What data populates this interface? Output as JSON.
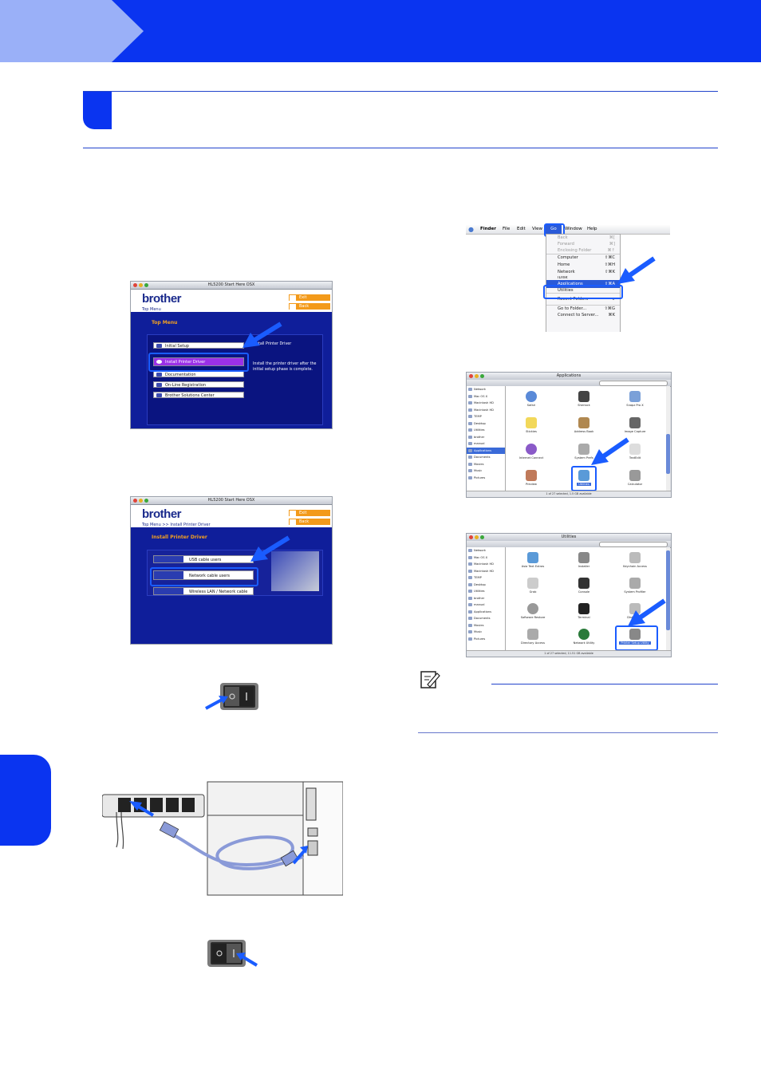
{
  "colors": {
    "brand_blue": "#0a34f0",
    "tab_light": "#9ab0f8",
    "orange": "#f39a1a",
    "panel_navy": "#0f1e9a",
    "purple": "#9b30e8"
  },
  "shot1": {
    "title": "HL5200 Start Here OSX",
    "logo": "brother",
    "crumb": "Top Menu",
    "exit": "Exit",
    "back": "Back",
    "heading": "Top Menu",
    "items": [
      "Initial Setup",
      "Install Printer Driver",
      "Documentation",
      "On-Line Registration",
      "Brother Solutions Center"
    ],
    "info_title": "Install Printer Driver",
    "info_text": "Install the printer driver after the initial setup phase is complete."
  },
  "shot2": {
    "title": "HL5200 Start Here OSX",
    "logo": "brother",
    "crumb": "Top Menu >> Install Printer Driver",
    "exit": "Exit",
    "back": "Back",
    "heading": "Install Printer Driver",
    "items": [
      "USB cable users",
      "Network cable users",
      "Wireless LAN / Network cable"
    ]
  },
  "go_menu": {
    "menubar": [
      "Finder",
      "File",
      "Edit",
      "View",
      "Go",
      "Window",
      "Help"
    ],
    "items": [
      {
        "label": "Back",
        "key": "⌘[",
        "dim": true
      },
      {
        "label": "Forward",
        "key": "⌘]",
        "dim": true
      },
      {
        "label": "Enclosing Folder",
        "key": "⌘↑",
        "dim": true
      },
      {
        "label": "Computer",
        "key": "⇧⌘C",
        "dim": false
      },
      {
        "label": "Home",
        "key": "⇧⌘H",
        "dim": false
      },
      {
        "label": "Network",
        "key": "⇧⌘K",
        "dim": false
      },
      {
        "label": "iDisk",
        "key": "",
        "dim": false
      },
      {
        "label": "Applications",
        "key": "⇧⌘A",
        "dim": false
      },
      {
        "label": "Utilities",
        "key": "",
        "dim": false
      },
      {
        "label": "Recent Folders",
        "key": "▸",
        "dim": false
      },
      {
        "label": "Go to Folder...",
        "key": "⇧⌘G",
        "dim": false
      },
      {
        "label": "Connect to Server...",
        "key": "⌘K",
        "dim": false
      }
    ]
  },
  "apps_window": {
    "title": "Applications",
    "sidebar": [
      "Network",
      "Mac OS X",
      "Macintosh HD",
      "Macintosh HD",
      "TEMP",
      "Desktop",
      "Utilities",
      "brother",
      "manual",
      "Applications",
      "Documents",
      "Movies",
      "Music",
      "Pictures"
    ],
    "icons": [
      "Safari",
      "Sherlock",
      "Snapz Pro X",
      "Stickies",
      "Address Book",
      "Image Capture",
      "Internet Connect",
      "System Prefs",
      "TextEdit",
      "Preview",
      "Utilities",
      "Calculator"
    ],
    "status": "1 of 27 selected, 1.5 GB available"
  },
  "utils_window": {
    "title": "Utilities",
    "sidebar": [
      "Network",
      "Mac OS X",
      "Macintosh HD",
      "Macintosh HD",
      "TEMP",
      "Desktop",
      "Utilities",
      "brother",
      "manual",
      "Applications",
      "Documents",
      "Movies",
      "Music",
      "Pictures"
    ],
    "icons": [
      "Asia Text Extras",
      "Installer",
      "Keychain Access",
      "Grab",
      "Console",
      "System Profiler",
      "Software Restore",
      "Terminal",
      "Disk Utility",
      "Directory Access",
      "Network Utility",
      "Printer Setup Utility"
    ],
    "status": "1 of 27 selected, 11.51 GB available"
  },
  "switch_on_labels": [
    "O",
    "I"
  ]
}
